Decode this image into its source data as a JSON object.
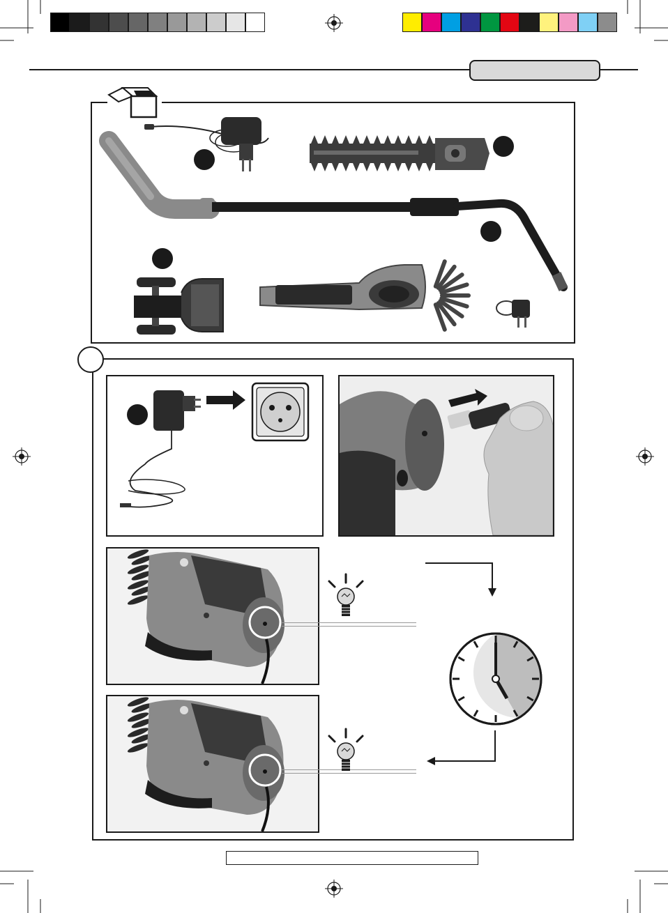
{
  "print_marks": {
    "gray_swatches": [
      "#000000",
      "#1b1b1b",
      "#333333",
      "#4d4d4d",
      "#666666",
      "#808080",
      "#999999",
      "#b3b3b3",
      "#cccccc",
      "#e6e6e6",
      "#ffffff"
    ],
    "color_swatches": [
      "#ffed00",
      "#e6007e",
      "#009fe3",
      "#2e3192",
      "#009640",
      "#e30613",
      "#1d1d1b",
      "#fff27d",
      "#f39ac5",
      "#7fd0f5",
      "#8c8c8c"
    ]
  },
  "header": {
    "tab_fill": "#d9d9d9",
    "tab_text": ""
  },
  "section_a": {
    "icon": "open-box-icon",
    "items": [
      {
        "name": "charger-adapter",
        "callout": true
      },
      {
        "name": "hedge-blade",
        "callout": true
      },
      {
        "name": "telescopic-handle",
        "callout": true
      },
      {
        "name": "wheel-attachment",
        "callout": true
      },
      {
        "name": "grass-shear-body",
        "callout": false
      },
      {
        "name": "plug-adapter",
        "callout": false
      }
    ]
  },
  "section_b": {
    "badge_text": "",
    "steps": [
      {
        "name": "plug-charger-into-socket",
        "callout": true
      },
      {
        "name": "insert-charger-jack",
        "callout": false
      },
      {
        "name": "indicator-light-on",
        "icon": "lightbulb-icon"
      },
      {
        "name": "indicator-light-off",
        "icon": "lightbulb-icon"
      }
    ],
    "timer_icon": "clock-icon"
  },
  "footer": {
    "text": ""
  },
  "colors": {
    "ink": "#1a1a1a",
    "tool_gray": "#8a8a8a",
    "clock_shade": "#bdbdbd"
  }
}
